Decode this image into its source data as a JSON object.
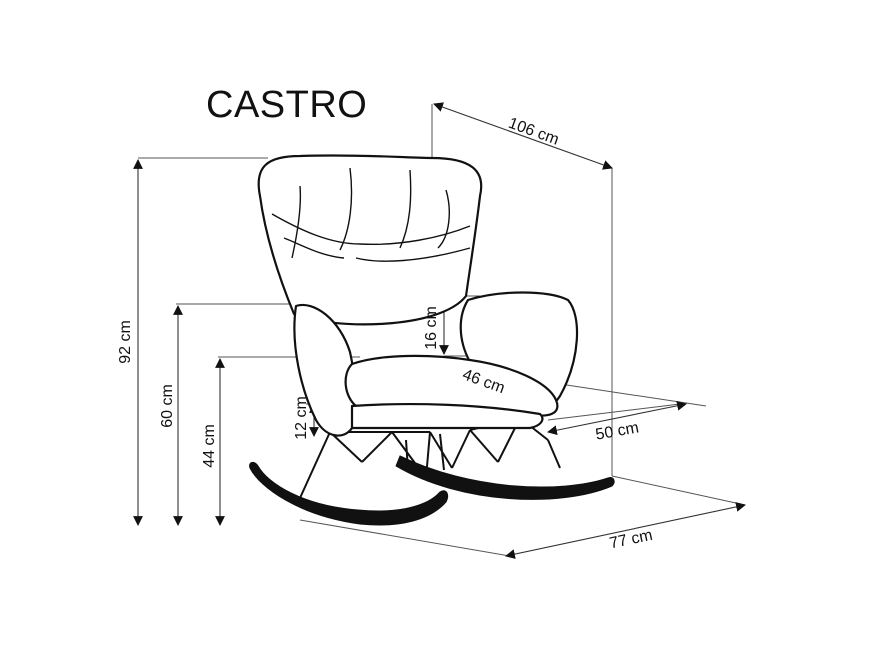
{
  "title": "CASTRO",
  "dimensions": {
    "height_total": "92 cm",
    "seat_back": "60 cm",
    "seat_height": "44 cm",
    "armrest_height": "16 cm",
    "seat_thickness": "12 cm",
    "seat_width": "46 cm",
    "seat_depth": "50 cm",
    "depth_total": "106 cm",
    "width_total": "77 cm"
  },
  "colors": {
    "line": "#111111",
    "guide": "#555555"
  }
}
